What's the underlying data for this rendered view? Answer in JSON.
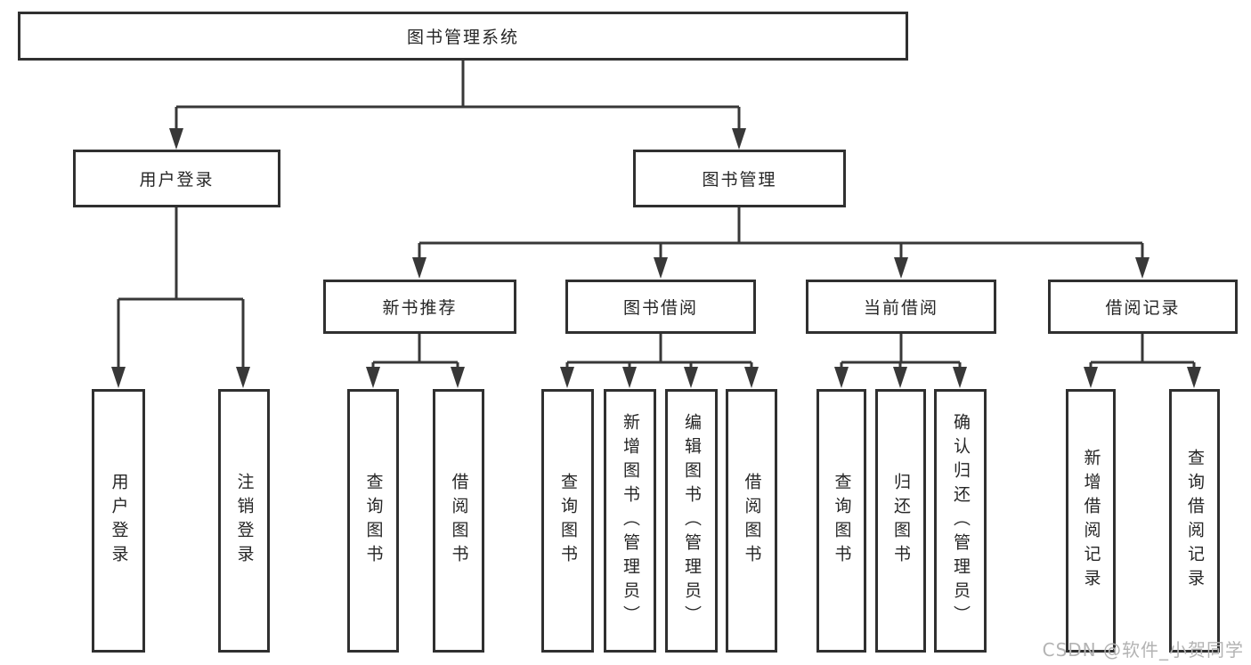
{
  "root": {
    "label": "图书管理系统"
  },
  "login": {
    "label": "用户登录",
    "children": [
      {
        "label": "用户登录"
      },
      {
        "label": "注销登录"
      }
    ]
  },
  "management": {
    "label": "图书管理",
    "children": [
      {
        "label": "新书推荐",
        "children": [
          {
            "label": "查询图书"
          },
          {
            "label": "借阅图书"
          }
        ]
      },
      {
        "label": "图书借阅",
        "children": [
          {
            "label": "查询图书"
          },
          {
            "label": "新增图书（管理员）"
          },
          {
            "label": "编辑图书（管理员）"
          },
          {
            "label": "借阅图书"
          }
        ]
      },
      {
        "label": "当前借阅",
        "children": [
          {
            "label": "查询图书"
          },
          {
            "label": "归还图书"
          },
          {
            "label": "确认归还（管理员）"
          }
        ]
      },
      {
        "label": "借阅记录",
        "children": [
          {
            "label": "新增借阅记录"
          },
          {
            "label": "查询借阅记录"
          }
        ]
      }
    ]
  },
  "watermark": {
    "text": "CSDN @软件_小贺同学"
  },
  "colors": {
    "line": "#383838",
    "border": "#303030",
    "text": "#262626",
    "watermark": "#b3b3b3",
    "background": "#ffffff"
  }
}
